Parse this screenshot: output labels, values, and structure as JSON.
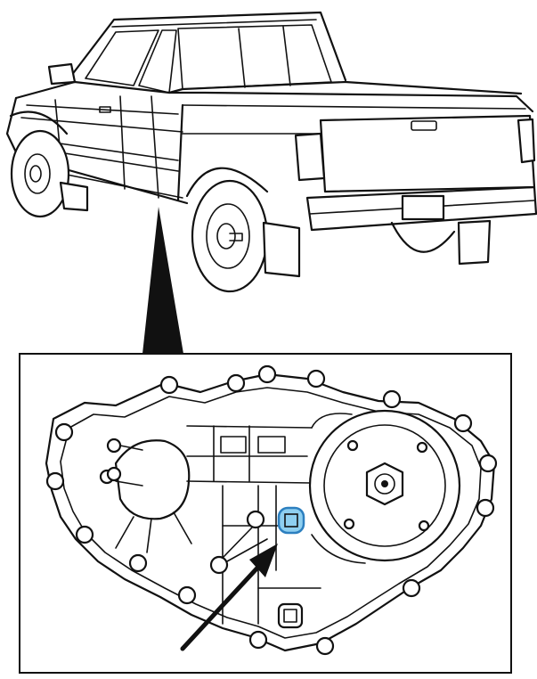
{
  "figure": {
    "kind": "technical-illustration",
    "subject": "pickup-truck",
    "detail": "transfer-case",
    "callout_style": "arrow",
    "highlight_color": "#8ecff0",
    "line_color": "#111111",
    "icons": [
      "pickup-truck-icon",
      "transfer-case-icon",
      "arrow-icon"
    ]
  }
}
